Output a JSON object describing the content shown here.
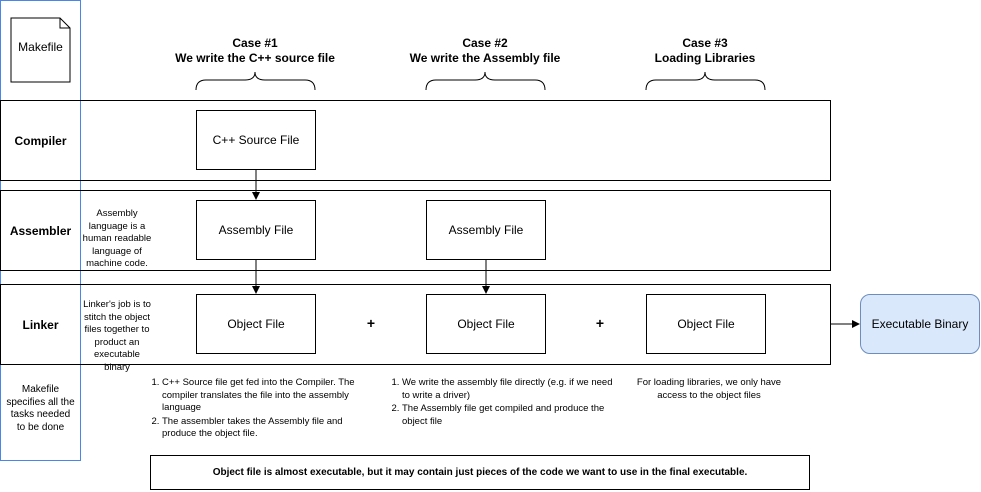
{
  "makefile": {
    "doc_label": "Makefile",
    "description": "Makefile specifies all the tasks needed to be done"
  },
  "cases": [
    {
      "title": "Case #1",
      "subtitle": "We write the C++ source file"
    },
    {
      "title": "Case #2",
      "subtitle": "We write the Assembly file"
    },
    {
      "title": "Case #3",
      "subtitle": "Loading Libraries"
    }
  ],
  "lanes": {
    "compiler": "Compiler",
    "assembler": "Assembler",
    "linker": "Linker"
  },
  "lane_notes": {
    "assembler": "Assembly language is a human readable language of machine code.",
    "linker": "Linker's job is to stitch the object files together to product an executable binary"
  },
  "nodes": {
    "cpp_source": "C++ Source File",
    "assembly_1": "Assembly File",
    "assembly_2": "Assembly File",
    "object_1": "Object File",
    "object_2": "Object File",
    "object_3": "Object File",
    "executable": "Executable Binary"
  },
  "operators": {
    "plus_1": "+",
    "plus_2": "+"
  },
  "steps": {
    "case1": [
      "C++ Source file get fed into the Compiler. The compiler translates the file into the assembly language",
      "The assembler takes the Assembly file and produce the object file."
    ],
    "case2": [
      "We write the assembly file directly (e.g. if we need to write a driver)",
      "The Assembly file get compiled and produce the object file"
    ],
    "case3": "For loading libraries, we only have access to the object files"
  },
  "footer_note": "Object file is almost executable, but it may contain just pieces of the code we want to use in the final executable.",
  "colors": {
    "makefile_border": "#4a86e8",
    "executable_fill": "#dae8fc",
    "executable_border": "#6c8ebf"
  }
}
